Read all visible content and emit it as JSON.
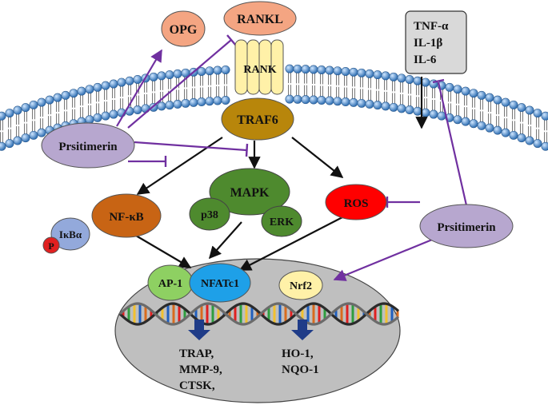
{
  "nodes": {
    "opg": "OPG",
    "rankl": "RANKL",
    "rank": "RANK",
    "traf6": "TRAF6",
    "cytokines": [
      "TNF-α",
      "IL-1β",
      "IL-6"
    ],
    "prsitimerin_left": "Prsitimerin",
    "prsitimerin_right": "Prsitimerin",
    "mapk": "MAPK",
    "p38": "p38",
    "erk": "ERK",
    "nfkb": "NF-κB",
    "ikba": "IκBα",
    "p": "P",
    "ros": "ROS",
    "ap1": "AP-1",
    "nfatc1": "NFATc1",
    "nrf2": "Nrf2"
  },
  "targets": {
    "left": [
      "TRAP,",
      "MMP-9,",
      "CTSK,"
    ],
    "right": [
      "HO-1,",
      "NQO-1"
    ]
  },
  "colors": {
    "opg": "#F4A582",
    "rankl": "#F4A582",
    "rank": "#FFF1A8",
    "traf6": "#B8860B",
    "prsitimerin": "#B7A7CF",
    "mapk": "#4E8A2E",
    "nfkb": "#C86414",
    "ikba": "#93A9DB",
    "p": "#E02020",
    "ros": "#FF0000",
    "ap1": "#8ED062",
    "nfatc1": "#1EA0E8",
    "nrf2": "#FFF1A8",
    "nucleus": "#BFBFBF",
    "cytokine_box": "#D9D9D9",
    "inhibit_line": "#7030A0",
    "membrane_head": "#4A90D9",
    "down_arrow": "#1F3C88"
  }
}
